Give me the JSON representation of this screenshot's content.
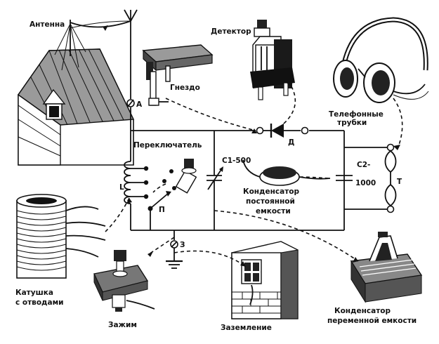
{
  "labels": {
    "antenna": "Антенна",
    "detector": "Детектор",
    "jack": "Гнездо",
    "headphones_1": "Телефонные",
    "headphones_2": "трубки",
    "switch": "Переключатель",
    "c1": "C1-500",
    "c2": "C2-",
    "c2_val": "1000",
    "fixed_cap_1": "Конденсатор",
    "fixed_cap_2": "постоянной",
    "fixed_cap_3": "емкости",
    "coil_1": "Катушка",
    "coil_2": "с отводами",
    "clamp": "Зажим",
    "ground": "Заземление",
    "var_cap_1": "Конденсатор",
    "var_cap_2": "переменной емкости"
  },
  "nodes": {
    "a": "A",
    "d": "Д",
    "t": "Т",
    "l": "L",
    "p": "П",
    "z": "З"
  }
}
